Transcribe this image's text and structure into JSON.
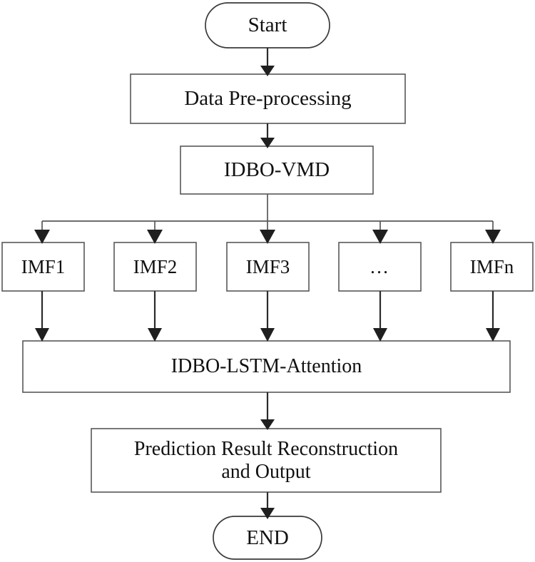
{
  "diagram": {
    "title": "Forecasting model flowchart",
    "type": "flowchart",
    "orientation": "top-to-bottom",
    "colors": {
      "node_fill": "#ffffff",
      "node_stroke": "#58585a",
      "arrow_fill": "#1f1f20",
      "text": "#111111",
      "background": "#ffffff"
    },
    "nodes": {
      "start": {
        "label": "Start",
        "shape": "stadium"
      },
      "preprocessing": {
        "label": "Data Pre-processing",
        "shape": "rectangle"
      },
      "vmd": {
        "label": "IDBO-VMD",
        "shape": "rectangle"
      },
      "imf1": {
        "label": "IMF1",
        "shape": "rectangle"
      },
      "imf2": {
        "label": "IMF2",
        "shape": "rectangle"
      },
      "imf3": {
        "label": "IMF3",
        "shape": "rectangle"
      },
      "imf_ellipsis": {
        "label": "…",
        "shape": "rectangle"
      },
      "imfn": {
        "label": "IMFn",
        "shape": "rectangle"
      },
      "lstm": {
        "label": "IDBO-LSTM-Attention",
        "shape": "rectangle"
      },
      "prediction": {
        "label": "Prediction Result Reconstruction\nand Output",
        "shape": "rectangle"
      },
      "end": {
        "label": "END",
        "shape": "stadium"
      }
    },
    "edges": [
      {
        "from": "start",
        "to": "preprocessing",
        "style": "arrow"
      },
      {
        "from": "preprocessing",
        "to": "vmd",
        "style": "arrow"
      },
      {
        "from": "vmd",
        "to": "imf1",
        "style": "bus-arrow"
      },
      {
        "from": "vmd",
        "to": "imf2",
        "style": "bus-arrow"
      },
      {
        "from": "vmd",
        "to": "imf3",
        "style": "bus-arrow"
      },
      {
        "from": "vmd",
        "to": "imf_ellipsis",
        "style": "bus-arrow"
      },
      {
        "from": "vmd",
        "to": "imfn",
        "style": "bus-arrow"
      },
      {
        "from": "imf1",
        "to": "lstm",
        "style": "arrow"
      },
      {
        "from": "imf2",
        "to": "lstm",
        "style": "arrow"
      },
      {
        "from": "imf3",
        "to": "lstm",
        "style": "arrow"
      },
      {
        "from": "imf_ellipsis",
        "to": "lstm",
        "style": "arrow"
      },
      {
        "from": "imfn",
        "to": "lstm",
        "style": "arrow"
      },
      {
        "from": "lstm",
        "to": "prediction",
        "style": "arrow"
      },
      {
        "from": "prediction",
        "to": "end",
        "style": "arrow"
      }
    ]
  }
}
